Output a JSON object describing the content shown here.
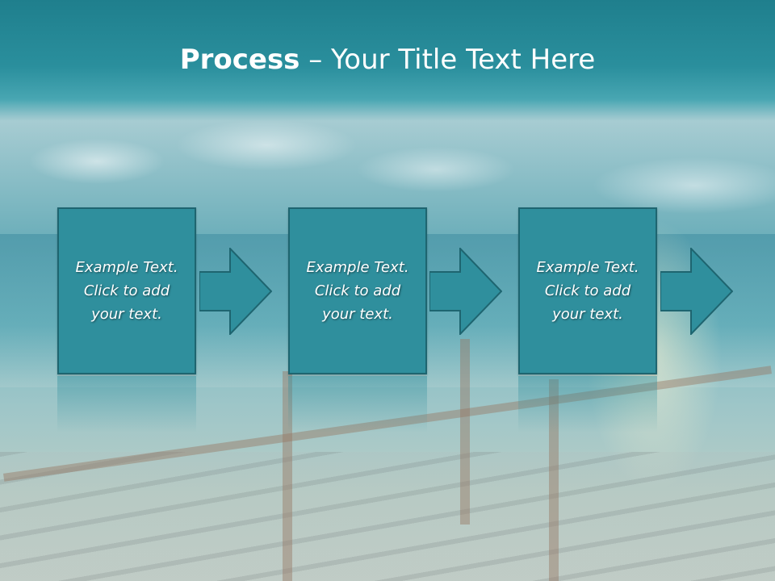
{
  "slide": {
    "title_bold": "Process",
    "title_rest": " – Your Title Text Here",
    "background": "beach-wedding-photo",
    "accent_color": "#2f8f9d"
  },
  "steps": [
    {
      "text": "Example Text.\nClick  to add\nyour text."
    },
    {
      "text": "Example Text.\nClick  to add\nyour text."
    },
    {
      "text": "Example Text.\nClick  to add\nyour text."
    }
  ],
  "arrows": [
    "arrow-right-icon",
    "arrow-right-icon",
    "arrow-right-icon"
  ]
}
